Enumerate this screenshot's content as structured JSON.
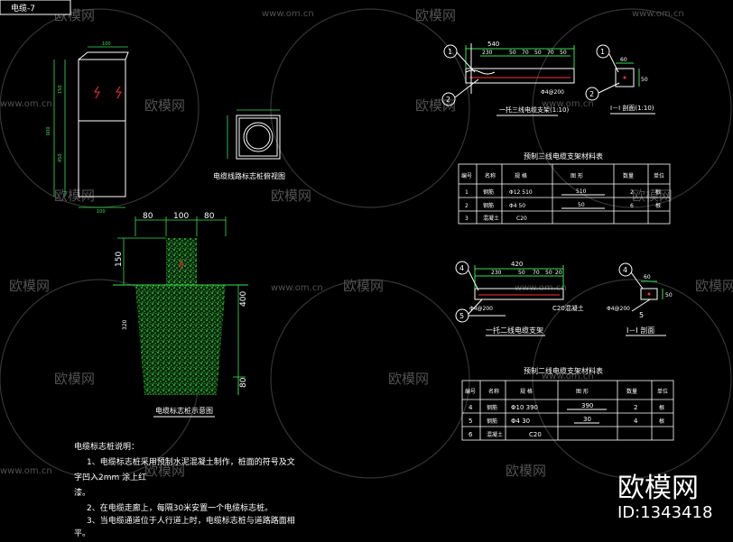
{
  "drawing": {
    "tab_label": "电缆-7",
    "watermark_text": "欧模网",
    "watermark_url": "www.om.cn",
    "brand": "欧模网",
    "brand_id": "ID:1343418"
  },
  "marker_view": {
    "caption": "电缆线路标志桩俯视图",
    "dim_width": "100",
    "dim_height": "600",
    "dim_upper": "150",
    "dim_lower": "450"
  },
  "marker_section": {
    "caption": "电缆标志桩示意图",
    "dim_top": [
      "80",
      "100",
      "80"
    ],
    "dim_side": [
      "150",
      "400",
      "80"
    ],
    "dim_left": "320"
  },
  "notes": {
    "heading": "电缆标志桩说明：",
    "lines": [
      "1、电缆标志桩采用预制水泥混凝土制作，桩面的符号及文",
      "字凹入2mm 涂上红",
      "漆。",
      "2、在电缆走廊上，每隔30米安置一个电缆标志桩。",
      "3、当电缆通道位于人行道上时，电缆标志桩与道路路面相",
      "平。"
    ]
  },
  "bracket3": {
    "caption": "一托三线电缆支架(1:10)",
    "section_caption": "I－I 剖面(1:10)",
    "dim_total": "540",
    "dims": [
      "230",
      "50",
      "70",
      "50",
      "70",
      "50"
    ],
    "bar_label": "Φ4@200",
    "section_dim": "60",
    "section_dim2": "50",
    "callouts": [
      "1",
      "2",
      "1",
      "2"
    ]
  },
  "table3": {
    "title": "预制三线电缆支架材料表",
    "headers": [
      "编号",
      "名称",
      "规  格",
      "图  形",
      "数量",
      "单位"
    ],
    "rows": [
      [
        "1",
        "钢筋",
        "Φ12  510",
        "510",
        "2",
        "根"
      ],
      [
        "2",
        "钢筋",
        "Φ4  50",
        "50",
        "6",
        "根"
      ],
      [
        "3",
        "混凝土",
        "C20",
        "",
        "",
        ""
      ]
    ]
  },
  "bracket2": {
    "caption": "一托二线电缆支架",
    "section_caption": "I－I 剖面",
    "dim_total": "420",
    "dims": [
      "230",
      "50",
      "70",
      "50",
      "20"
    ],
    "bar_label": "Φ4@200",
    "concrete_label": "C20混凝土",
    "section_dim": "60",
    "section_dim2": "50",
    "callouts": [
      "4",
      "5",
      "4",
      "5"
    ]
  },
  "table2": {
    "title": "预制二线电缆支架材料表",
    "headers": [
      "编号",
      "名称",
      "规  格",
      "图  形",
      "数量",
      "单位"
    ],
    "rows": [
      [
        "4",
        "钢筋",
        "Φ10  390",
        "390",
        "2",
        "根"
      ],
      [
        "5",
        "钢筋",
        "Φ4  30",
        "30",
        "4",
        "根"
      ],
      [
        "6",
        "混凝土",
        "C20",
        "",
        "",
        ""
      ]
    ]
  }
}
